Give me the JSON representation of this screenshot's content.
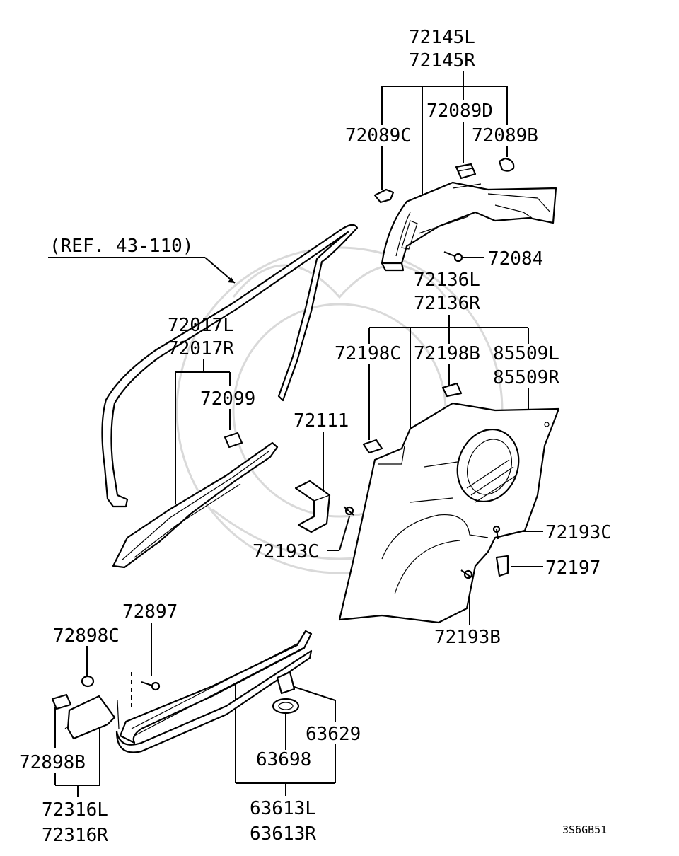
{
  "reference": "(REF. 43-110)",
  "drawing_code": "3S6GB51",
  "parts": {
    "p72145L": "72145L",
    "p72145R": "72145R",
    "p72089D": "72089D",
    "p72089C": "72089C",
    "p72089B": "72089B",
    "p72084": "72084",
    "p72136L": "72136L",
    "p72136R": "72136R",
    "p72198C": "72198C",
    "p72198B": "72198B",
    "p85509L": "85509L",
    "p85509R": "85509R",
    "p72017L": "72017L",
    "p72017R": "72017R",
    "p72099": "72099",
    "p72111": "72111",
    "p72193C_a": "72193C",
    "p72193C_b": "72193C",
    "p72197": "72197",
    "p72193B": "72193B",
    "p72897": "72897",
    "p72898C": "72898C",
    "p72898B": "72898B",
    "p72316L": "72316L",
    "p72316R": "72316R",
    "p63629": "63629",
    "p63698": "63698",
    "p63613L": "63613L",
    "p63613R": "63613R"
  }
}
